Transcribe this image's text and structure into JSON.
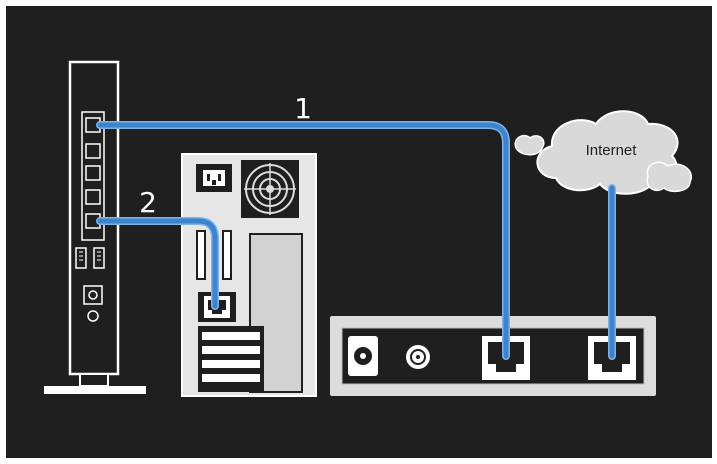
{
  "cable_labels": {
    "cable_1": "1",
    "cable_2": "2"
  },
  "cloud": {
    "label": "Internet"
  },
  "colors": {
    "background": "#1f1f1f",
    "frame": "#ffffff",
    "cable": "#3d84cf",
    "cable_outline": "#7fb2e6",
    "device_outline": "#ffffff",
    "pc_body": "#e6e6e6",
    "modem_body": "#dcdcdc",
    "cloud_fill": "#d9d9d9"
  }
}
